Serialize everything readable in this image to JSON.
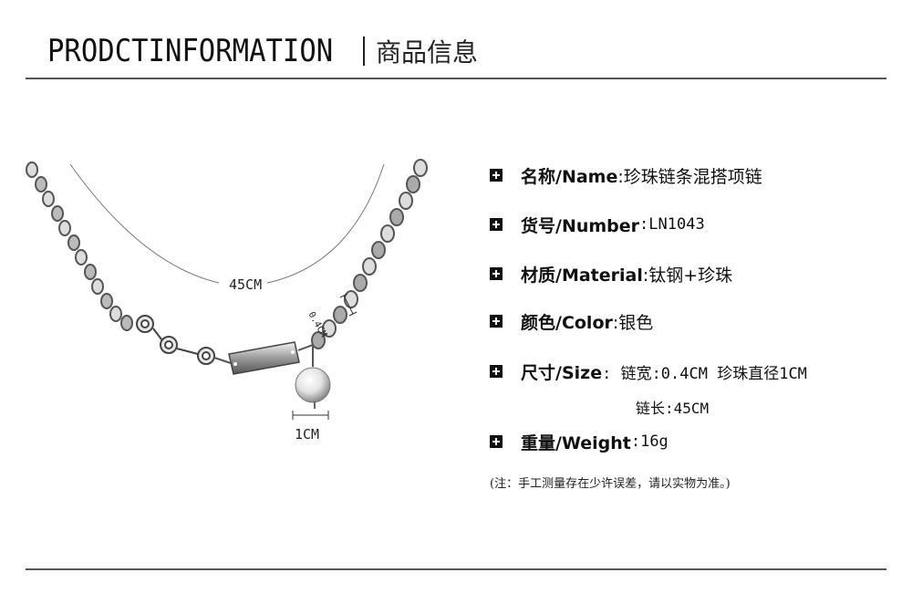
{
  "header": {
    "title_en": "PRODCTINFORMATION",
    "title_cn": "商品信息"
  },
  "figure": {
    "length_label": "45CM",
    "pearl_label": "1CM",
    "width_label": "0.4CM"
  },
  "specs": {
    "name": {
      "label": "名称/Name",
      "value": ":珍珠链条混搭项链"
    },
    "number": {
      "label": "货号/Number",
      "value": ":LN1043"
    },
    "material": {
      "label": "材质/Material",
      "value": ":钛钢+珍珠"
    },
    "color": {
      "label": "颜色/Color",
      "value": ":银色"
    },
    "size": {
      "label": "尺寸/Size",
      "value": ": 链宽:0.4CM  珍珠直径1CM",
      "value2": "链长:45CM"
    },
    "weight": {
      "label": "重量/Weight",
      "value": ":16g"
    },
    "note": "(注：手工测量存在少许误差，请以实物为准。)"
  }
}
